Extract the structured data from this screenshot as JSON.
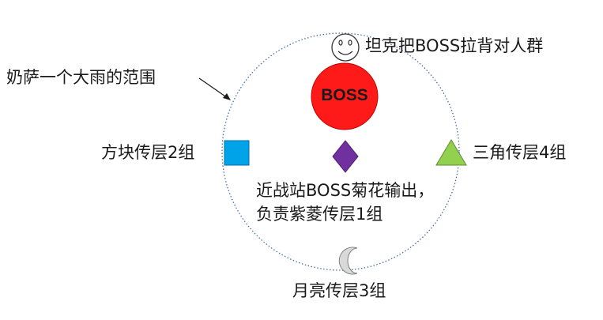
{
  "boss": {
    "label": "BOSS",
    "color": "#ff1a1a"
  },
  "labels": {
    "tank": "坦克把BOSS拉背对人群",
    "rain": "奶萨一个大雨的范围",
    "square": "方块传层2组",
    "triangle": "三角传层4组",
    "melee_line1": "近战站BOSS菊花输出，",
    "melee_line2": "负责紫菱传层1组",
    "moon": "月亮传层3组"
  },
  "icons": {
    "tank": "smiley-face-icon",
    "square": "square-marker-icon",
    "diamond": "diamond-marker-icon",
    "triangle": "triangle-marker-icon",
    "moon": "moon-marker-icon"
  },
  "colors": {
    "circle_stroke": "#4a6fa5",
    "square": "#00a2e8",
    "diamond": "#7030a0",
    "triangle": "#92d050",
    "moon": "#d9d9d9"
  }
}
